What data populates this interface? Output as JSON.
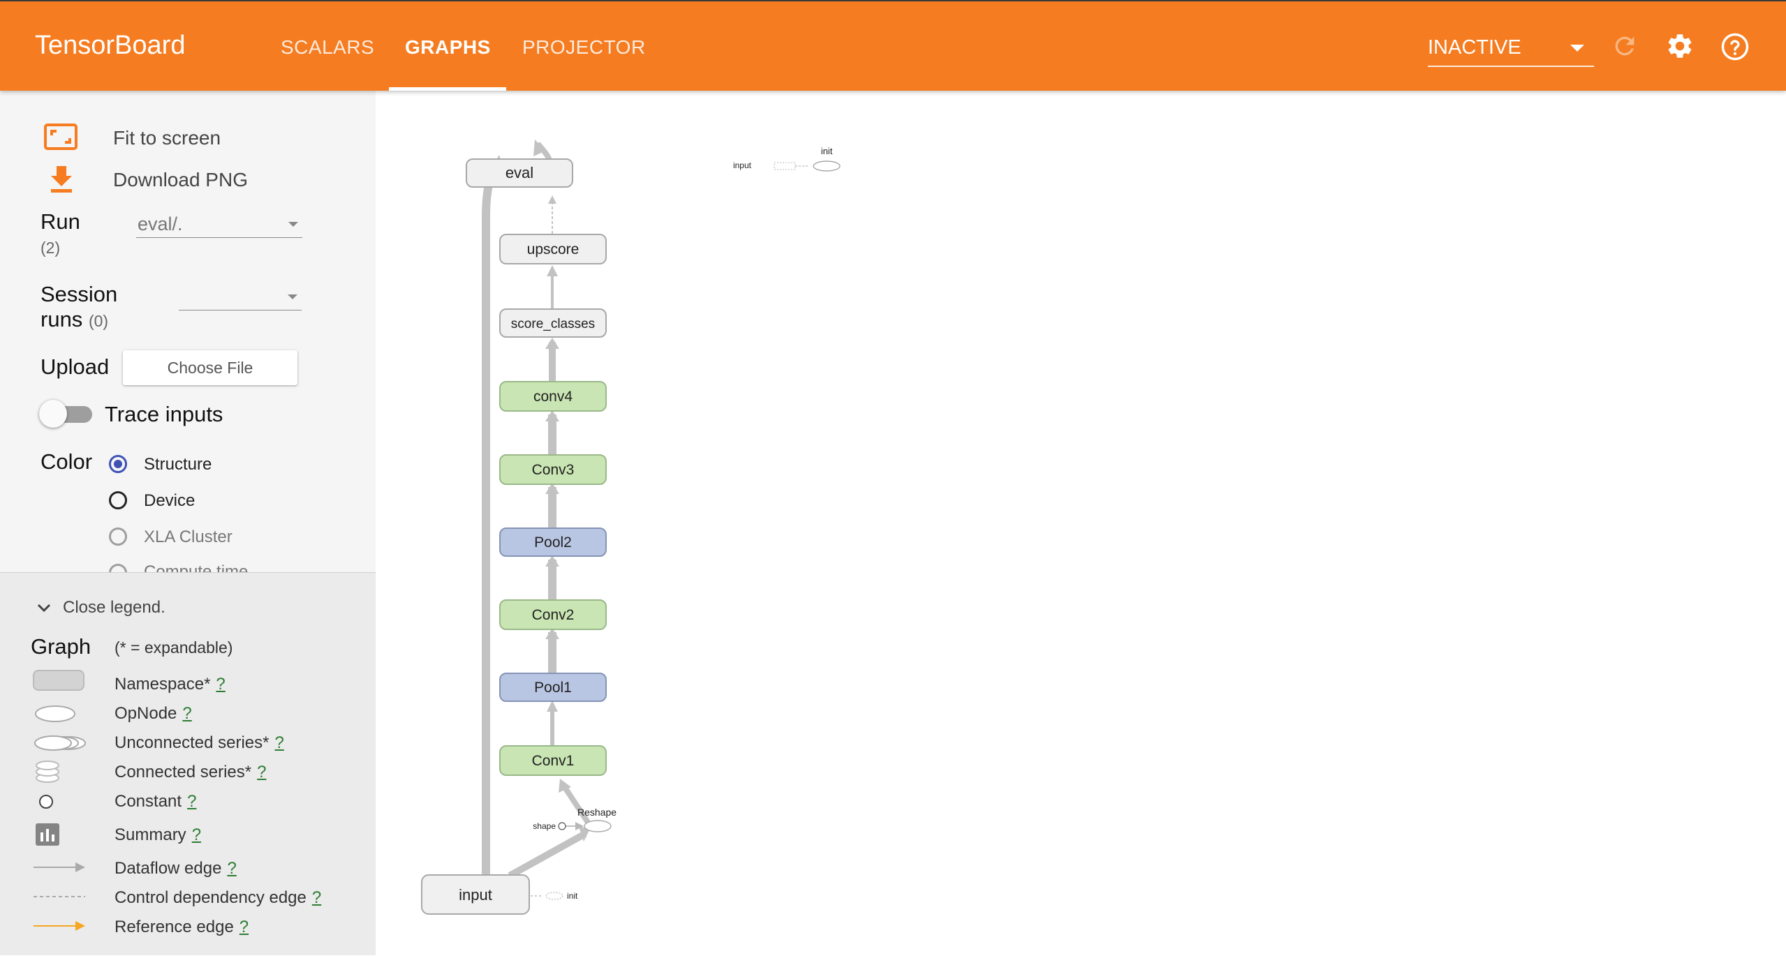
{
  "header": {
    "brand": "TensorBoard",
    "tabs": [
      {
        "label": "SCALARS"
      },
      {
        "label": "GRAPHS"
      },
      {
        "label": "PROJECTOR"
      }
    ],
    "status_select": "INACTIVE",
    "accent_color": "#f57c20"
  },
  "sidebar": {
    "fit_to_screen": "Fit to screen",
    "download_png": "Download PNG",
    "run_label": "Run",
    "run_count": "(2)",
    "run_value": "eval/.",
    "session_label_1": "Session",
    "session_label_2": "runs",
    "session_count": "(0)",
    "session_value": "",
    "upload_label": "Upload",
    "choose_file": "Choose File",
    "trace_inputs": "Trace inputs",
    "color_label": "Color",
    "color_options": [
      {
        "label": "Structure",
        "selected": true
      },
      {
        "label": "Device",
        "selected": false
      },
      {
        "label": "XLA Cluster",
        "selected": false
      },
      {
        "label": "Compute time",
        "selected": false
      }
    ]
  },
  "legend": {
    "toggle": "Close legend.",
    "title": "Graph",
    "subtitle": "(* = expandable)",
    "items": [
      {
        "label": "Namespace*",
        "help": "?"
      },
      {
        "label": "OpNode",
        "help": "?"
      },
      {
        "label": "Unconnected series*",
        "help": "?"
      },
      {
        "label": "Connected series*",
        "help": "?"
      },
      {
        "label": "Constant",
        "help": "?"
      },
      {
        "label": "Summary",
        "help": "?"
      },
      {
        "label": "Dataflow edge",
        "help": "?"
      },
      {
        "label": "Control dependency edge",
        "help": "?"
      },
      {
        "label": "Reference edge",
        "help": "?"
      }
    ]
  },
  "graph": {
    "nodes": [
      {
        "id": "eval",
        "label": "eval",
        "kind": "namespace",
        "color": "#f0f0f0"
      },
      {
        "id": "upscore",
        "label": "upscore",
        "kind": "namespace",
        "color": "#f0f0f0"
      },
      {
        "id": "score_classes",
        "label": "score_classes",
        "kind": "namespace",
        "color": "#f0f0f0"
      },
      {
        "id": "conv4",
        "label": "conv4",
        "kind": "namespace",
        "color": "#c9e5b3"
      },
      {
        "id": "Conv3",
        "label": "Conv3",
        "kind": "namespace",
        "color": "#c9e5b3"
      },
      {
        "id": "Pool2",
        "label": "Pool2",
        "kind": "namespace",
        "color": "#b9c6e3"
      },
      {
        "id": "Conv2",
        "label": "Conv2",
        "kind": "namespace",
        "color": "#c9e5b3"
      },
      {
        "id": "Pool1",
        "label": "Pool1",
        "kind": "namespace",
        "color": "#b9c6e3"
      },
      {
        "id": "Conv1",
        "label": "Conv1",
        "kind": "namespace",
        "color": "#c9e5b3"
      },
      {
        "id": "input",
        "label": "input",
        "kind": "namespace",
        "color": "#f0f0f0"
      }
    ],
    "reshape_label": "Reshape",
    "shape_label": "shape",
    "init_label": "init",
    "mini_input_label": "input",
    "mini_init_label": "init"
  }
}
